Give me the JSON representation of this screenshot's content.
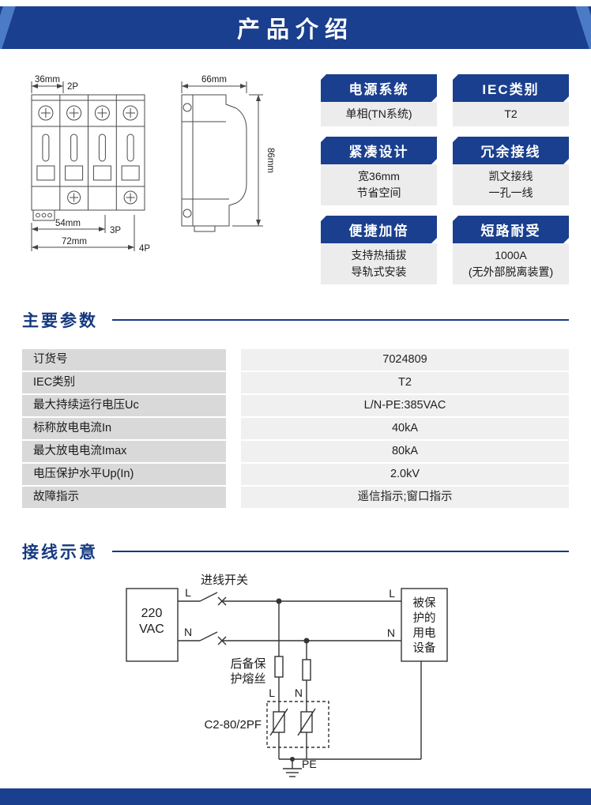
{
  "page": {
    "title": "产品介绍"
  },
  "colors": {
    "primary": "#1a3f8e",
    "accent": "#4a7bc4",
    "table_label_bg": "#d9d9d9",
    "table_value_bg": "#f0f0f0"
  },
  "drawings": {
    "front": {
      "dim_top": "36mm",
      "dim_top_tag": "2P",
      "dim_mid": "54mm",
      "dim_mid_tag": "3P",
      "dim_bot": "72mm",
      "dim_bot_tag": "4P"
    },
    "side": {
      "dim_width": "66mm",
      "dim_height": "86mm"
    }
  },
  "features": [
    {
      "title": "电源系统",
      "body": "单相(TN系统)"
    },
    {
      "title": "IEC类别",
      "body": "T2"
    },
    {
      "title": "紧凑设计",
      "body": "宽36mm\n节省空间"
    },
    {
      "title": "冗余接线",
      "body": "凯文接线\n一孔一线"
    },
    {
      "title": "便捷加倍",
      "body": "支持热插拔\n导轨式安装"
    },
    {
      "title": "短路耐受",
      "body": "1000A\n(无外部脱离装置)"
    }
  ],
  "params": {
    "section_title": "主要参数",
    "rows": [
      {
        "label": "订货号",
        "value": "7024809"
      },
      {
        "label": "IEC类别",
        "value": "T2"
      },
      {
        "label": "最大持续运行电压Uc",
        "value": "L/N-PE:385VAC"
      },
      {
        "label": "标称放电电流In",
        "value": "40kA"
      },
      {
        "label": "最大放电电流Imax",
        "value": "80kA"
      },
      {
        "label": "电压保护水平Up(In)",
        "value": "2.0kV"
      },
      {
        "label": "故障指示",
        "value": "遥信指示;窗口指示"
      }
    ]
  },
  "wiring": {
    "section_title": "接线示意",
    "source_line1": "220",
    "source_line2": "VAC",
    "incoming_switch": "进线开关",
    "label_l_source": "L",
    "label_n_source": "N",
    "label_l_load": "L",
    "label_n_load": "N",
    "label_l_spd": "L",
    "label_n_spd": "N",
    "fuse_line1": "后备保",
    "fuse_line2": "护熔丝",
    "model": "C2-80/2PF",
    "pe": "PE",
    "load_line1": "被保",
    "load_line2": "护的",
    "load_line3": "用电",
    "load_line4": "设备"
  }
}
